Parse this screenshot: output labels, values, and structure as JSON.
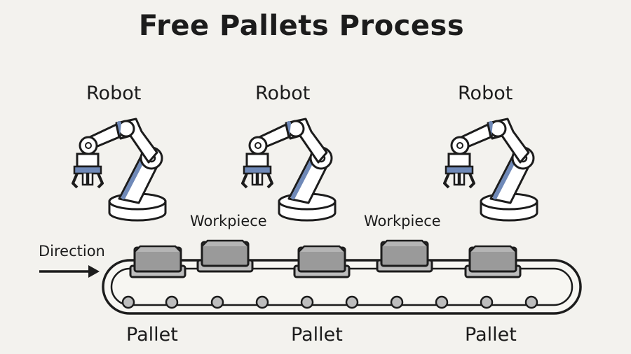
{
  "title": "Free Pallets Process",
  "robots": [
    {
      "label": "Robot"
    },
    {
      "label": "Robot"
    },
    {
      "label": "Robot"
    }
  ],
  "workpieces": [
    {
      "label": "Workpiece"
    },
    {
      "label": "Workpiece"
    }
  ],
  "pallets": [
    {
      "label": "Pallet"
    },
    {
      "label": "Pallet"
    },
    {
      "label": "Pallet"
    }
  ],
  "direction": {
    "label": "Direction"
  },
  "colors": {
    "background": "#f3f2ee",
    "outline": "#1c1c1c",
    "robot_body": "#ffffff",
    "robot_joint": "#6f89b8",
    "workpiece": "#9a9a9a",
    "pallet": "#bdbdbd"
  }
}
